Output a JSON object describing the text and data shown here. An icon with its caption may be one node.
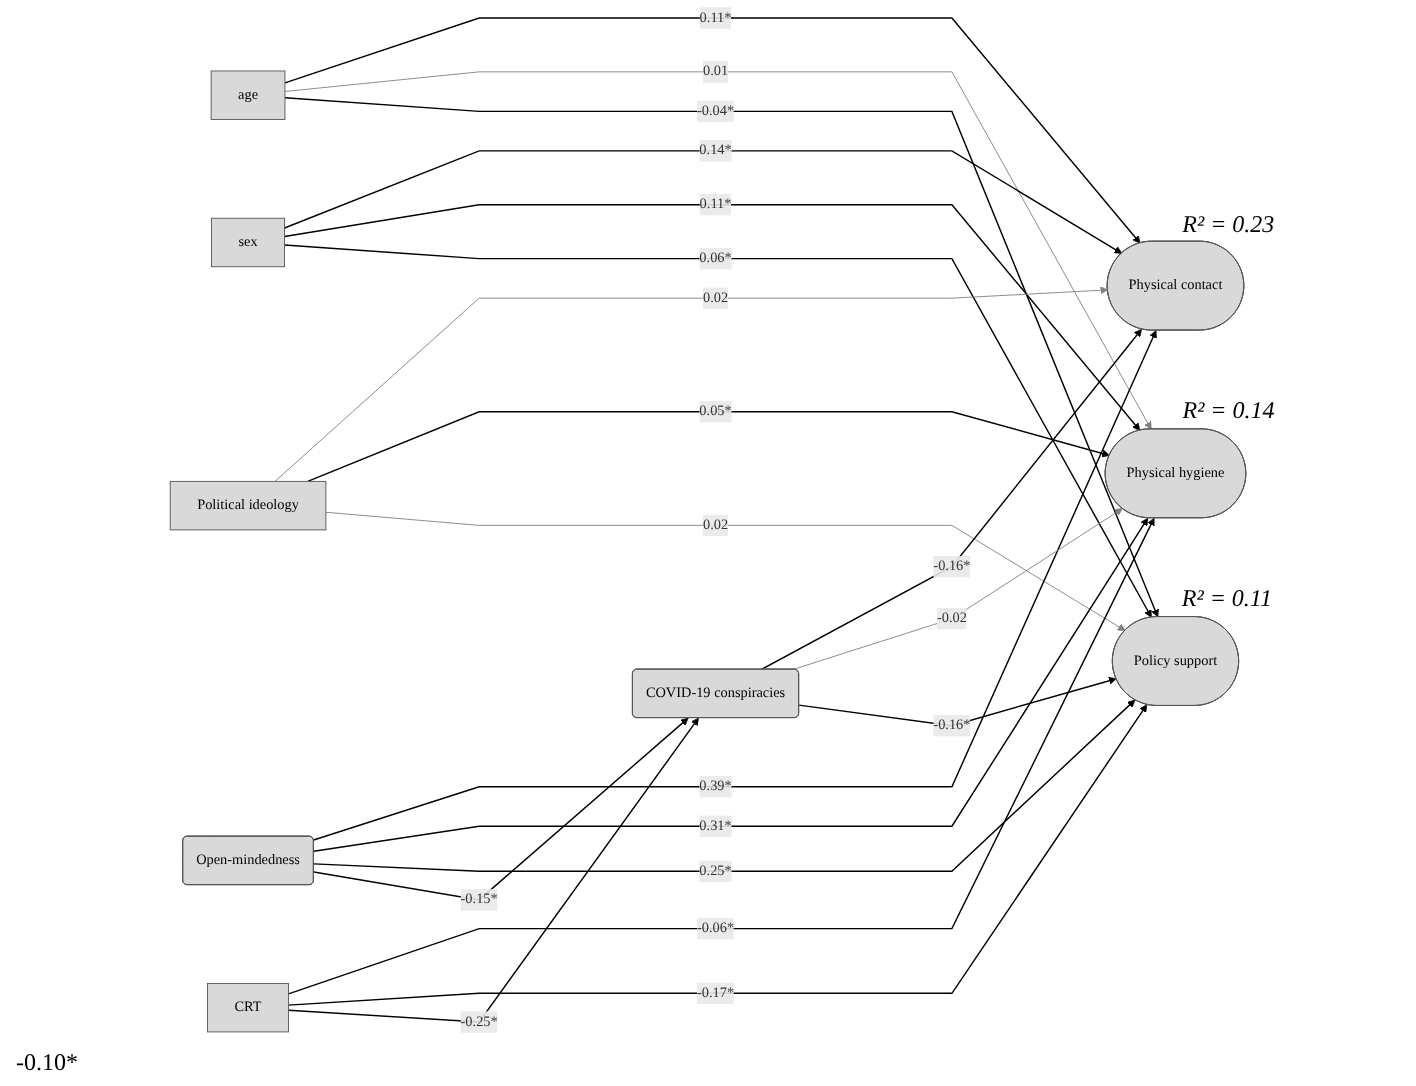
{
  "diagram": {
    "nodes": [
      {
        "text": [
          "age"
        ]
      },
      {
        "text": [
          "sex"
        ]
      },
      {
        "text": [
          "Political ideology"
        ]
      },
      {
        "text": [
          "CRT"
        ]
      },
      {
        "text": [
          "Open-mindedness"
        ]
      },
      {
        "text": [
          "COVID-19 conspiracies"
        ]
      },
      {
        "text": [
          "Physical contact"
        ],
        "beside": [
          "R² = 0.23"
        ]
      },
      {
        "text": [
          "Physical hygiene"
        ],
        "beside": [
          "R² = 0.14"
        ]
      },
      {
        "text": [
          "Policy support"
        ],
        "beside": [
          "R² = 0.11"
        ]
      }
    ],
    "edges": [
      {
        "from": 0,
        "to": 6,
        "arrow": "to",
        "label": "0.11*"
      },
      {
        "from": 0,
        "to": 7,
        "arrow": "to",
        "label": "0.01",
        "color": "#808080"
      },
      {
        "from": 0,
        "to": 8,
        "arrow": "to",
        "label": "-0.04*"
      },
      {
        "from": 1,
        "to": 6,
        "arrow": "to",
        "label": "0.14*"
      },
      {
        "from": 1,
        "to": 7,
        "arrow": "to",
        "label": "0.11*"
      },
      {
        "from": 1,
        "to": 8,
        "arrow": "to",
        "label": "0.06*"
      },
      {
        "from": 2,
        "to": 6,
        "arrow": "to",
        "label": "0.02",
        "color": "#808080"
      },
      {
        "from": 2,
        "to": 7,
        "arrow": "to",
        "label": "0.05*"
      },
      {
        "from": 2,
        "to": 8,
        "arrow": "to",
        "label": "0.02",
        "color": "#808080"
      },
      {
        "from": 3,
        "to": 7,
        "arrow": "to",
        "label": "-0.06*"
      },
      {
        "from": 3,
        "to": 8,
        "arrow": "to",
        "label": "-0.17*"
      },
      {
        "from": 3,
        "to": 5,
        "arrow": "to",
        "label": "-0.25*"
      },
      {
        "from": 4,
        "to": 6,
        "arrow": "to",
        "label": "0.39*"
      },
      {
        "from": 4,
        "to": 7,
        "arrow": "to",
        "label": "0.31*"
      },
      {
        "from": 4,
        "to": 8,
        "arrow": "to",
        "label": "0.25*"
      },
      {
        "from": 4,
        "to": 5,
        "arrow": "to",
        "label": "-0.15*"
      },
      {
        "from": 5,
        "to": 6,
        "arrow": "to",
        "label": "-0.16*"
      },
      {
        "from": 5,
        "to": 7,
        "arrow": "to",
        "label": "-0.02",
        "color": "#808080"
      },
      {
        "from": 5,
        "to": 8,
        "arrow": "to",
        "label": "-0.16*"
      }
    ],
    "labels": [
      "-0.10*"
    ]
  }
}
